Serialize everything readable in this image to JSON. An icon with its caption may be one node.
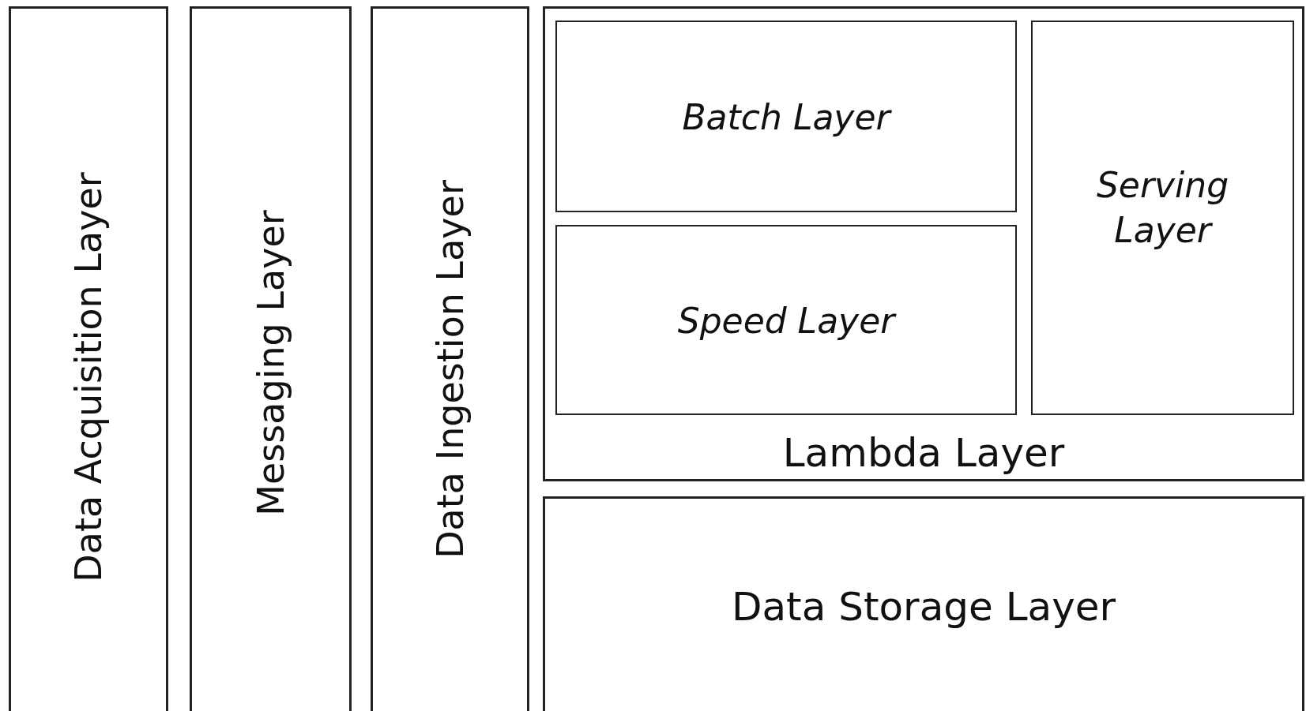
{
  "diagram": {
    "nodes": [
      {
        "text": [
          "Data Acquisition Layer"
        ]
      },
      {
        "text": [
          "Messaging Layer"
        ]
      },
      {
        "text": [
          "Data Ingestion Layer"
        ]
      },
      {
        "text": [
          "Lambda Layer"
        ]
      },
      {
        "text": [
          "Batch Layer"
        ],
        "in": 3
      },
      {
        "text": [
          "Speed Layer"
        ],
        "in": 3
      },
      {
        "text": [
          "Serving Layer"
        ],
        "in": 3
      },
      {
        "text": [
          "Data Storage Layer"
        ]
      }
    ]
  }
}
